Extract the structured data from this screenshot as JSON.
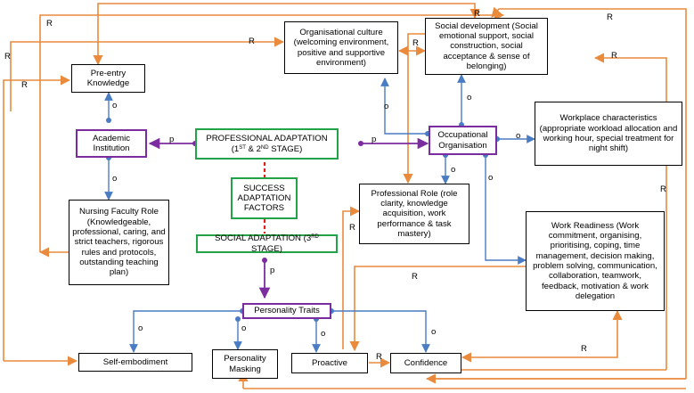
{
  "colors": {
    "relation_line": "#e98a3c",
    "organisation_line": "#4a7cc4",
    "process_line": "#7b2c9e",
    "factor_box_border": "#22a34a",
    "link_dash": "#e0201b"
  },
  "nodes": {
    "pre_entry": "Pre-entry Knowledge",
    "academic": "Academic Institution",
    "faculty_role": "Nursing Faculty Role (Knowledgeable, professional, caring, and strict teachers, rigorous rules and protocols, outstanding teaching plan)",
    "org_culture": "Organisational culture (welcoming environment, positive and supportive environment)",
    "social_dev": "Social development (Social emotional support, social construction, social acceptance & sense of belonging)",
    "professional_adaptation": {
      "main": "PROFESSIONAL ADAPTATION",
      "line2_prefix": "(1",
      "sup1": "ST",
      "mid": " & 2",
      "sup2": "ND",
      "suffix": " STAGE)"
    },
    "success_factors": "SUCCESS ADAPTATION FACTORS",
    "social_adaptation": {
      "prefix": "SOCIAL ADAPTATION (3",
      "sup": "RD",
      "suffix": " STAGE)"
    },
    "occupational": "Occupational Organisation",
    "workplace": "Workplace characteristics (appropriate workload allocation and working hour, special treatment for night shift)",
    "professional_role": "Professional Role (role clarity, knowledge acquisition, work performance & task mastery)",
    "work_readiness": "Work Readiness (Work commitment, organising, prioritising, coping, time management, decision making, problem solving, communication, collaboration, teamwork, feedback, motivation & work delegation",
    "personality": "Personality Traits",
    "self_embodiment": "Self-embodiment",
    "masking": "Personality Masking",
    "proactive": "Proactive",
    "confidence": "Confidence"
  },
  "edge_labels": {
    "r": "R",
    "o": "o",
    "p": "p"
  }
}
